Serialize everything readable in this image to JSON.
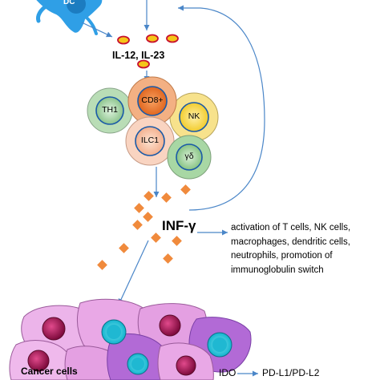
{
  "dendritic_cell": {
    "label": "DC"
  },
  "cytokines": {
    "label": "IL-12, IL-23"
  },
  "immune_cells": [
    {
      "key": "th1",
      "label": "TH1"
    },
    {
      "key": "cd8",
      "label": "CD8+"
    },
    {
      "key": "nk",
      "label": "NK"
    },
    {
      "key": "ilc1",
      "label": "ILC1"
    },
    {
      "key": "gd",
      "label": "γδ"
    }
  ],
  "ifn": {
    "label": "INF-γ"
  },
  "effects": {
    "lines": [
      "activation of T cells, NK cells,",
      "macrophages, dendritic cells,",
      "neutrophils, promotion of",
      "immunoglobulin switch"
    ]
  },
  "tumor": {
    "cancer_label": "Cancer cells",
    "ido_label": "IDO",
    "pdl_label": "PD-L1/PD-L2"
  },
  "colors": {
    "dc_blue": "#2f9fe6",
    "cytokine_fill": "#f5c518",
    "cytokine_stroke": "#c8102e",
    "ifn_diamond": "#f08a3c",
    "arrow": "#4a86c8",
    "cancer_pink": "#e9a8e6",
    "cancer_purple": "#b26ad6"
  }
}
